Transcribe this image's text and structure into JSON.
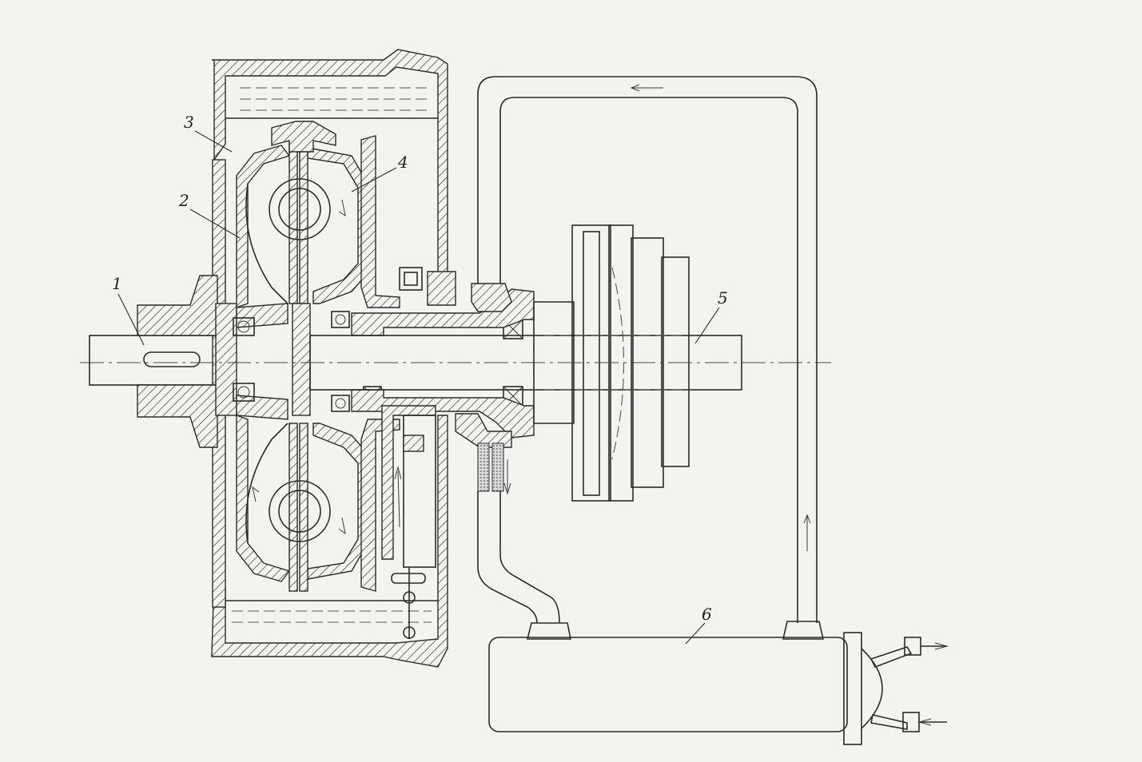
{
  "callouts": [
    {
      "id": "1",
      "label": "1"
    },
    {
      "id": "2",
      "label": "2"
    },
    {
      "id": "3",
      "label": "3"
    },
    {
      "id": "4",
      "label": "4"
    },
    {
      "id": "5",
      "label": "5"
    },
    {
      "id": "6",
      "label": "6"
    }
  ],
  "colors": {
    "line": "#2b2b2b",
    "paper": "#f4f3ef"
  }
}
